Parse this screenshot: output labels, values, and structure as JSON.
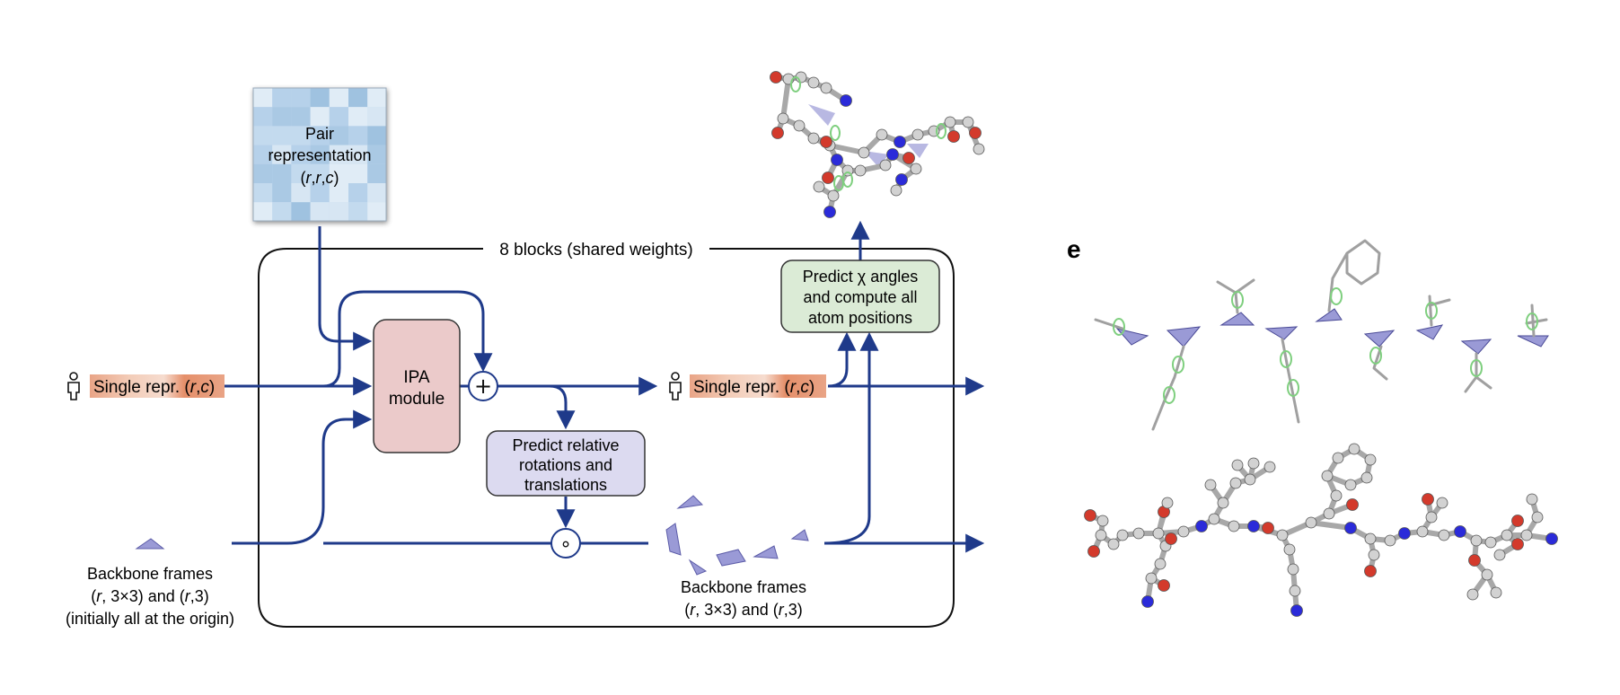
{
  "colors": {
    "arrow": "#1f3a8a",
    "ipa_fill": "#ebcaca",
    "predict_rot_fill": "#dcdaf0",
    "predict_chi_fill": "#dbebd6",
    "pair_fill": "#b8d2e8",
    "single_fill": "#e8a184",
    "frame_fill": "#9a9ad6",
    "atom_carbon": "#d2d2d2",
    "atom_nitrogen": "#2b2bd9",
    "atom_oxygen": "#d33a2c",
    "chi_ring": "#7fcf7f"
  },
  "pair": {
    "line1": "Pair",
    "line2": "representation",
    "line3": "(r,r,c)"
  },
  "block_label": "8 blocks (shared weights)",
  "single_in": {
    "text": "Single repr. (r,c)",
    "icon": "person-icon"
  },
  "single_out": {
    "text": "Single repr. (r,c)",
    "icon": "person-icon"
  },
  "ipa": {
    "line1": "IPA",
    "line2": "module"
  },
  "plus_symbol": "+",
  "compose_symbol": "∘",
  "predict_rot": {
    "line1": "Predict relative",
    "line2": "rotations and",
    "line3": "translations"
  },
  "predict_chi": {
    "line1": "Predict χ angles",
    "line2": "and compute all",
    "line3": "atom positions"
  },
  "backbone_in": {
    "line1": "Backbone frames",
    "line2": "(r, 3×3) and (r,3)",
    "line3": "(initially all at the origin)"
  },
  "backbone_out": {
    "line1": "Backbone frames",
    "line2": "(r, 3×3) and (r,3)"
  },
  "panel_label": "e"
}
